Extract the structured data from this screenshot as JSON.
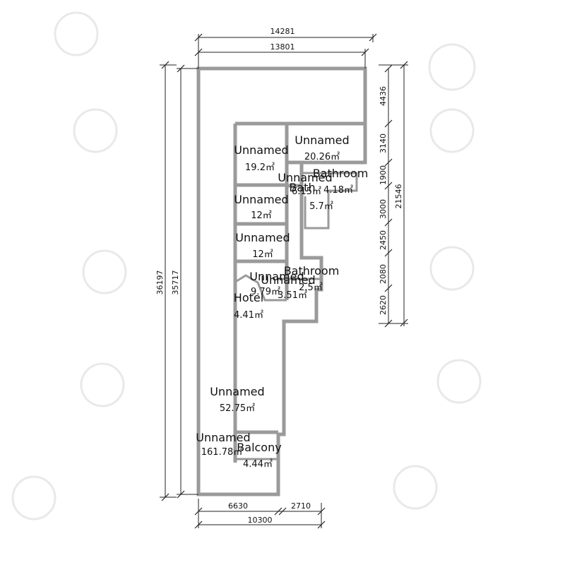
{
  "dimensions": {
    "top_outer": "14281",
    "top_inner": "13801",
    "left_outer": "36197",
    "left_inner": "35717",
    "right_total": "21546",
    "right_segments": [
      "4436",
      "3140",
      "1900",
      "3000",
      "2450",
      "2080",
      "2620"
    ],
    "bottom_left": "6630",
    "bottom_right": "2710",
    "bottom_total": "10300"
  },
  "rooms": [
    {
      "id": "unnamed-main",
      "name": "Unnamed",
      "area": "161.78㎡"
    },
    {
      "id": "unnamed-1",
      "name": "Unnamed",
      "area": "19.2㎡"
    },
    {
      "id": "unnamed-2",
      "name": "Unnamed",
      "area": "20.26㎡"
    },
    {
      "id": "unnamed-3",
      "name": "Unnamed",
      "area": "6.15㎡"
    },
    {
      "id": "bathroom-1",
      "name": "Bathroom",
      "area": "4.18㎡"
    },
    {
      "id": "bath-small",
      "name": "Bath",
      "area": "5.7㎡"
    },
    {
      "id": "unnamed-4",
      "name": "Unnamed",
      "area": "12㎡"
    },
    {
      "id": "unnamed-5",
      "name": "Unnamed",
      "area": "12㎡"
    },
    {
      "id": "unnamed-6",
      "name": "Unnamed",
      "area": "9.79㎡"
    },
    {
      "id": "bathroom-2",
      "name": "Bathroom",
      "area": "2.5㎡"
    },
    {
      "id": "unnamed-7",
      "name": "Unnamed",
      "area": "3.51㎡"
    },
    {
      "id": "hotel",
      "name": "Hotel",
      "area": "4.41㎡"
    },
    {
      "id": "unnamed-8",
      "name": "Unnamed",
      "area": "52.75㎡"
    },
    {
      "id": "balcony",
      "name": "Balcony",
      "area": "4.44㎡"
    }
  ]
}
